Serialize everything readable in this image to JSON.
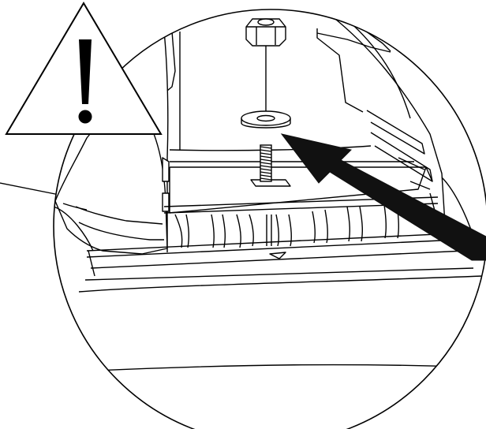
{
  "figure": {
    "warning_symbol": "exclamation-warning-triangle",
    "callout_symbol": "arrow-pointer",
    "parts": [
      "hex-nut",
      "flat-washer",
      "threaded-stud",
      "mounting-bracket",
      "plastic-ribs",
      "bumper-trim",
      "vehicle-body"
    ]
  },
  "colors": {
    "line": "#000000",
    "fill": "#ffffff",
    "arrow": "#111111"
  }
}
